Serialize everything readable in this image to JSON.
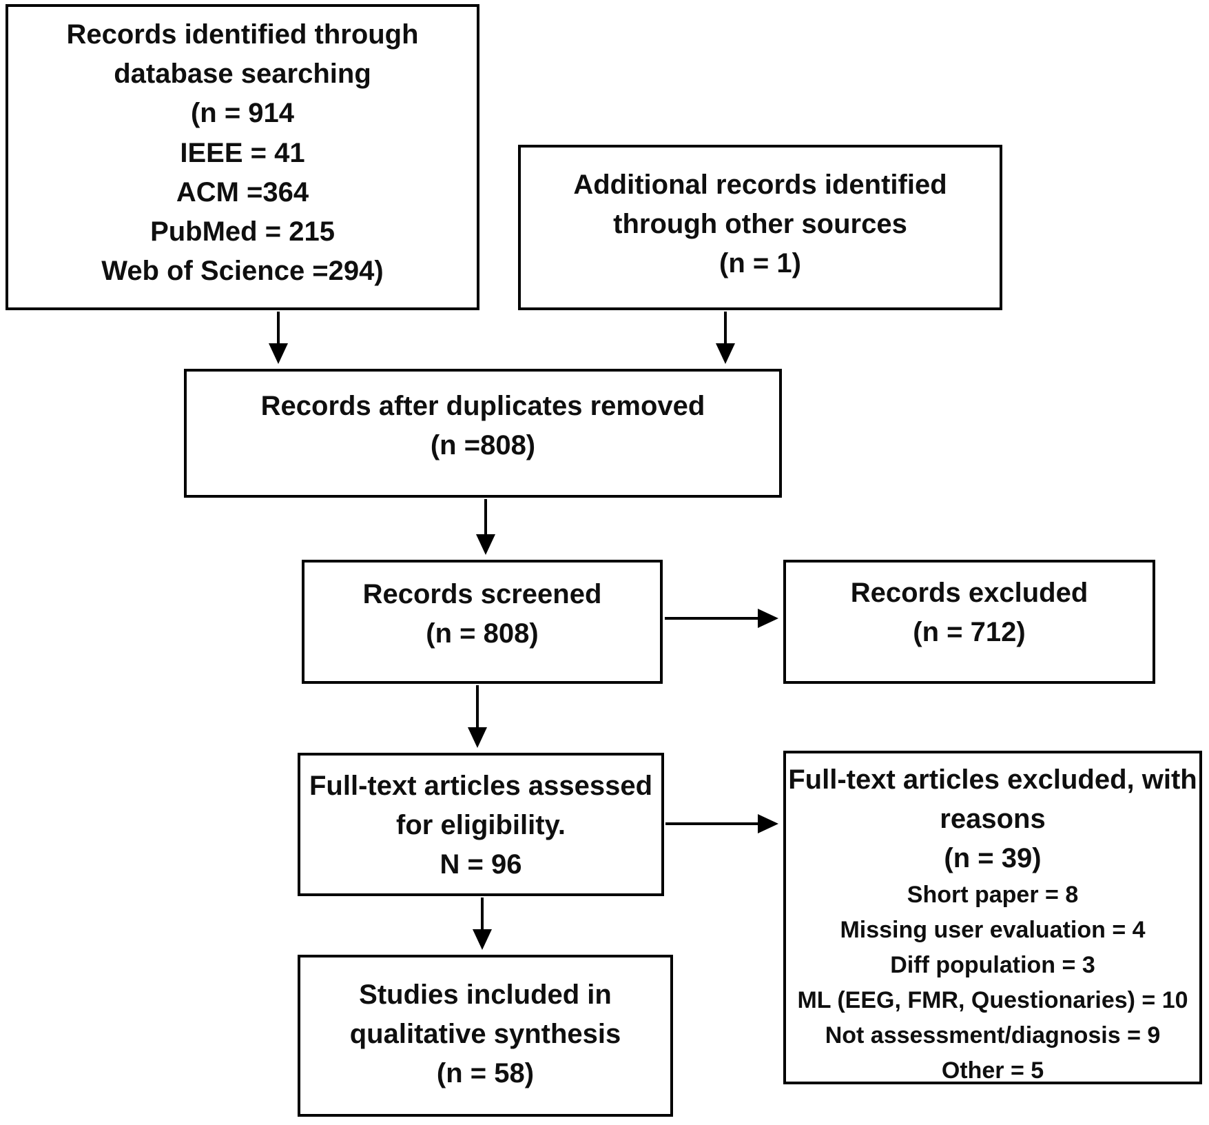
{
  "colors": {
    "background": "#ffffff",
    "border": "#000000",
    "text": "#0f0f0f"
  },
  "boxes": {
    "identified": {
      "lines": [
        "Records identified through",
        "database searching",
        "(n = 914",
        "IEEE = 41",
        "ACM =364",
        "PubMed = 215",
        "Web of Science =294)"
      ]
    },
    "additional": {
      "lines": [
        "Additional records identified",
        "through other sources",
        "(n = 1)"
      ]
    },
    "duplicates": {
      "lines": [
        "Records after duplicates removed",
        "(n =808)"
      ]
    },
    "screened": {
      "lines": [
        "Records screened",
        "(n = 808)"
      ]
    },
    "excluded": {
      "lines": [
        "Records excluded",
        "(n = 712)"
      ]
    },
    "fulltext": {
      "lines": [
        "Full-text articles assessed",
        "for eligibility.",
        "N = 96"
      ]
    },
    "ft_excluded": {
      "heading_lines": [
        "Full-text articles excluded, with",
        "reasons",
        "(n = 39)"
      ],
      "reason_lines": [
        "Short paper = 8",
        "Missing user evaluation = 4",
        "Diff population = 3",
        "ML (EEG, FMR, Questionaries) = 10",
        "Not assessment/diagnosis = 9",
        "Other = 5"
      ]
    },
    "included": {
      "lines": [
        "Studies included in",
        "qualitative synthesis",
        "(n = 58)"
      ]
    }
  }
}
